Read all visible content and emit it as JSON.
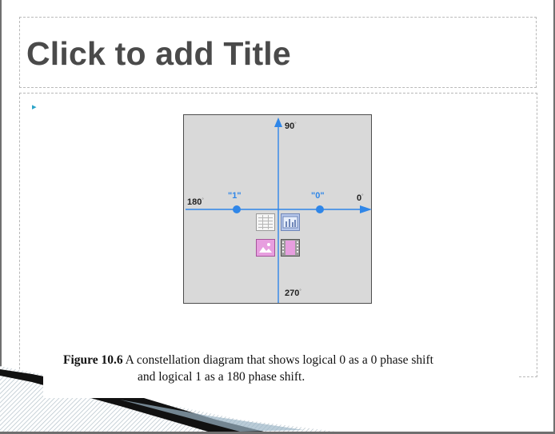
{
  "slide": {
    "title_placeholder": "Click to add Title",
    "bullet_glyph": "▸"
  },
  "figure": {
    "labels": {
      "deg90": "90",
      "deg180": "180",
      "deg0": "0",
      "deg270": "270",
      "one": "\"1\"",
      "zero": "\"0\""
    },
    "degree_mark": "°",
    "colors": {
      "axis": "#2f86e8",
      "label": "#2f86e8",
      "background": "#d9d9d9"
    }
  },
  "insert_icons": [
    "table-icon",
    "chart-icon",
    "picture-icon",
    "media-icon"
  ],
  "caption": {
    "figure_number": "Figure 10.6",
    "line1": "A constellation diagram that shows logical 0 as a 0 phase shift",
    "line2": "and logical 1 as a 180 phase shift."
  }
}
